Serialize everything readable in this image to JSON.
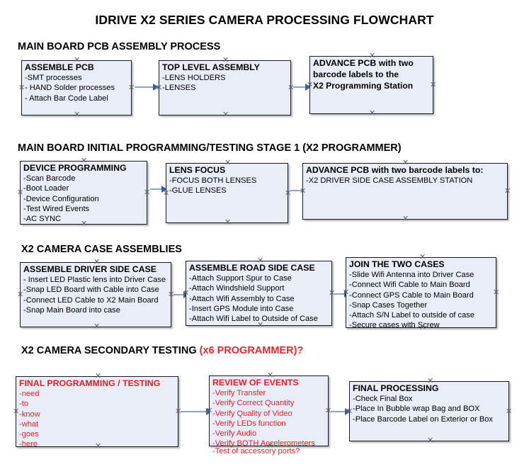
{
  "title": "IDRIVE X2  SERIES CAMERA PROCESSING FLOWCHART",
  "colors": {
    "box_fill": "#e8edf7",
    "box_border": "#1b1b1b",
    "arrow_shaft": "#8fa6c0",
    "arrow_head": "#3c5ba9",
    "accent_red": "#ec1c24",
    "text": "#000000"
  },
  "sections": [
    {
      "heading": "MAIN BOARD PCB ASSEMBLY PROCESS",
      "heading_accent": "",
      "nodes": [
        {
          "head": "ASSEMBLE PCB",
          "lines": [
            "-SMT processes",
            "- HAND Solder processes",
            "- Attach Bar Code Label"
          ]
        },
        {
          "head": "TOP LEVEL ASSEMBLY",
          "lines": [
            "-LENS HOLDERS",
            "-LENSES"
          ]
        },
        {
          "head": "ADVANCE PCB with two",
          "lines": [
            "barcode labels to the",
            " X2 Programming Station"
          ]
        }
      ]
    },
    {
      "heading": "MAIN BOARD INITIAL PROGRAMMING/TESTING STAGE 1 (X2 PROGRAMMER)",
      "heading_accent": "",
      "nodes": [
        {
          "head": "DEVICE PROGRAMMING",
          "lines": [
            "-Scan Barcode",
            "-Boot Loader",
            "-Device Configuration",
            "-Test Wired Events",
            "-AC SYNC"
          ]
        },
        {
          "head": "LENS FOCUS",
          "lines": [
            "-FOCUS BOTH LENSES",
            "-GLUE LENSES"
          ]
        },
        {
          "head": "ADVANCE PCB with two barcode labels to:",
          "lines": [
            "-X2 DRIVER  SIDE  CASE  ASSEMBLY STATION"
          ]
        }
      ]
    },
    {
      "heading": "X2 CAMERA CASE ASSEMBLIES",
      "heading_accent": "",
      "nodes": [
        {
          "head": "ASSEMBLE DRIVER SIDE CASE",
          "lines": [
            "- Insert LED Plastic lens into Driver Case",
            "-Snap LED Board with Cable into Case",
            "-Connect LED Cable to X2 Main Board",
            "-Snap Main Board into case"
          ]
        },
        {
          "head": "ASSEMBLE ROAD SIDE CASE",
          "lines": [
            "-Attach Support Spur to Case",
            "-Attach Windshield Support",
            "-Attach Wifi Assembly to Case",
            "-Insert GPS Module into Case",
            "-Attach Wifi Label to Outside of Case"
          ]
        },
        {
          "head": "JOIN THE TWO CASES",
          "lines": [
            "-Slide Wifi Antenna into Driver Case",
            "-Connect Wifi Cable to Main Board",
            "-Connect GPS Cable to Main Board",
            "-Snap Cases Together",
            "-Attach S/N Label to outside of case",
            "-Secure cases with Screw"
          ]
        }
      ]
    },
    {
      "heading": "X2 CAMERA SECONDARY TESTING ",
      "heading_accent": "(x6 PROGRAMMER)?",
      "nodes": [
        {
          "head": "FINAL PROGRAMMING / TESTING",
          "lines": [
            "-need",
            "-to",
            "-know",
            "-what",
            "-goes",
            "-here"
          ]
        },
        {
          "head": "REVIEW OF EVENTS",
          "lines": [
            "-Verify Transfer",
            "-Verify Correct Quantity",
            "-Verify Quality of Video",
            "-Verify LEDs function",
            "-Verify Audio",
            "-Verify BOTH Accelerometers"
          ],
          "overflow": "-Test of accessory ports?"
        },
        {
          "head": "FINAL PROCESSING",
          "lines": [
            " -Check Final Box",
            "-Place In Bubble wrap Bag and BOX",
            "-Place Barcode Label on Exterior or Box"
          ]
        }
      ]
    }
  ]
}
